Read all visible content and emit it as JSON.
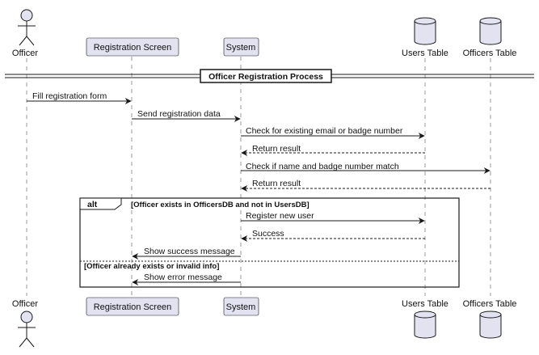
{
  "participants": {
    "officer": "Officer",
    "registration_screen": "Registration Screen",
    "system": "System",
    "users_table": "Users Table",
    "officers_table": "Officers Table"
  },
  "divider": {
    "title": "Officer Registration Process"
  },
  "messages": [
    {
      "text": "Fill registration form",
      "style": "solid"
    },
    {
      "text": "Send registration data",
      "style": "solid"
    },
    {
      "text": "Check for existing email or badge number",
      "style": "solid"
    },
    {
      "text": "Return result",
      "style": "dashed"
    },
    {
      "text": "Check if name and badge number match",
      "style": "solid"
    },
    {
      "text": "Return result",
      "style": "dashed"
    },
    {
      "text": "Register new user",
      "style": "solid"
    },
    {
      "text": "Success",
      "style": "dashed"
    },
    {
      "text": "Show success message",
      "style": "solid"
    },
    {
      "text": "Show error message",
      "style": "solid"
    }
  ],
  "alt_fragment": {
    "keyword": "alt",
    "guard_1": "[Officer exists in OfficersDB and not in UsersDB]",
    "guard_2": "[Officer already exists or invalid info]"
  },
  "colors": {
    "participant_fill": "#e2e2f0",
    "participant_border": "#181818",
    "lifeline": "#999999",
    "line": "#181818"
  }
}
